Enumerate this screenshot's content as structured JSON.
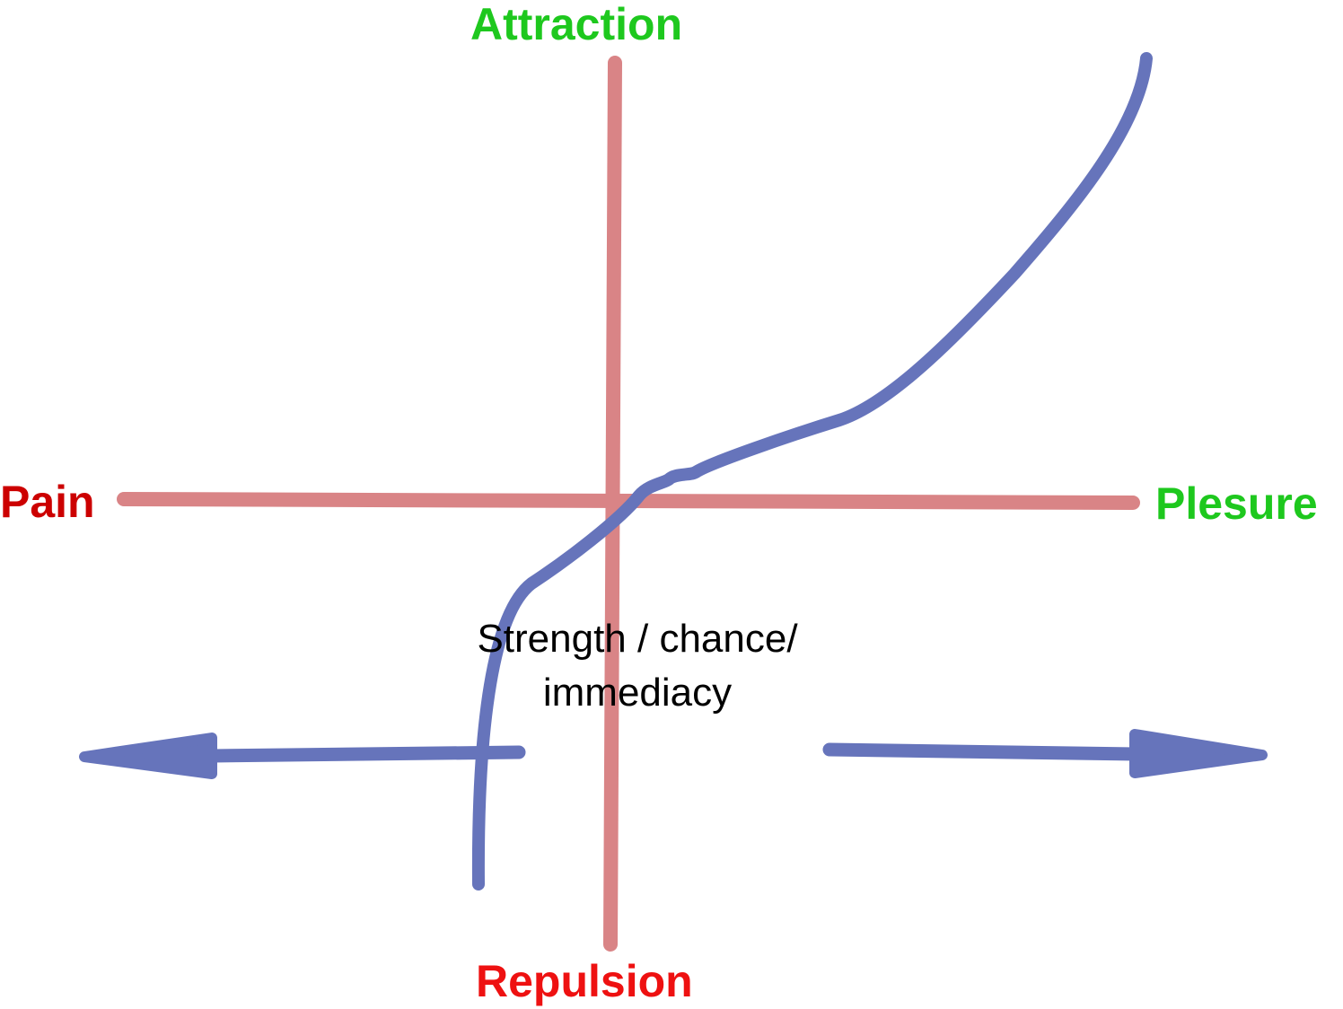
{
  "labels": {
    "attraction": "Attraction",
    "repulsion": "Repulsion",
    "pain": "Pain",
    "pleasure": "Plesure"
  },
  "caption": {
    "line1": "Strength / chance/",
    "line2": "immediacy"
  },
  "colors": {
    "attraction": "#1ec81e",
    "repulsion": "#ee1111",
    "pain": "#cc0000",
    "pleasure": "#1ec81e",
    "axes": "#d98486",
    "curve": "#6674bb",
    "caption": "#000000"
  }
}
